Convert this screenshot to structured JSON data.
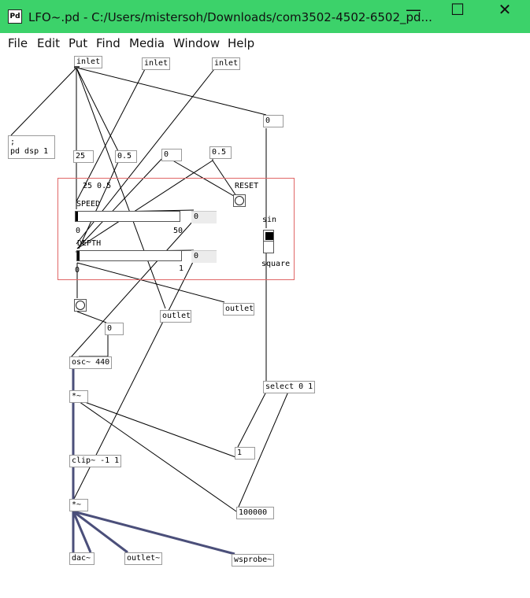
{
  "window": {
    "app_icon": "Pd",
    "title": "LFO~.pd  - C:/Users/mistersoh/Downloads/com3502-4502-6502_pd...",
    "minimize": "—",
    "maximize": "☐",
    "close": "✕"
  },
  "menu": [
    "File",
    "Edit",
    "Put",
    "Find",
    "Media",
    "Window",
    "Help"
  ],
  "patch": {
    "inlet": "inlet",
    "pd_dsp_line1": ";",
    "pd_dsp_line2": "pd dsp 1",
    "num_25": "25",
    "num_0_5_a": "0.5",
    "num_0": "0",
    "num_0_5_b": "0.5",
    "num_top_right": "0",
    "label_25_0_5": "25 0.5",
    "speed_label": "SPEED",
    "speed_min": "0",
    "speed_max": "50",
    "speed_display": "0",
    "depth_label": "DEPTH",
    "depth_min": "0",
    "depth_max": "1",
    "depth_display": "0",
    "reset_label": "RESET",
    "sin_label": "sin",
    "square_label": "square",
    "outlet": "outlet",
    "num_left_mid": "0",
    "osc": "osc~ 440",
    "mul_1": "*~",
    "clip": "clip~ -1 1",
    "mul_2": "*~",
    "dac": "dac~",
    "outlet_signal": "outlet~",
    "wsprobe": "wsprobe~",
    "select": "select 0 1",
    "msg_1": "1",
    "msg_100000": "100000"
  }
}
